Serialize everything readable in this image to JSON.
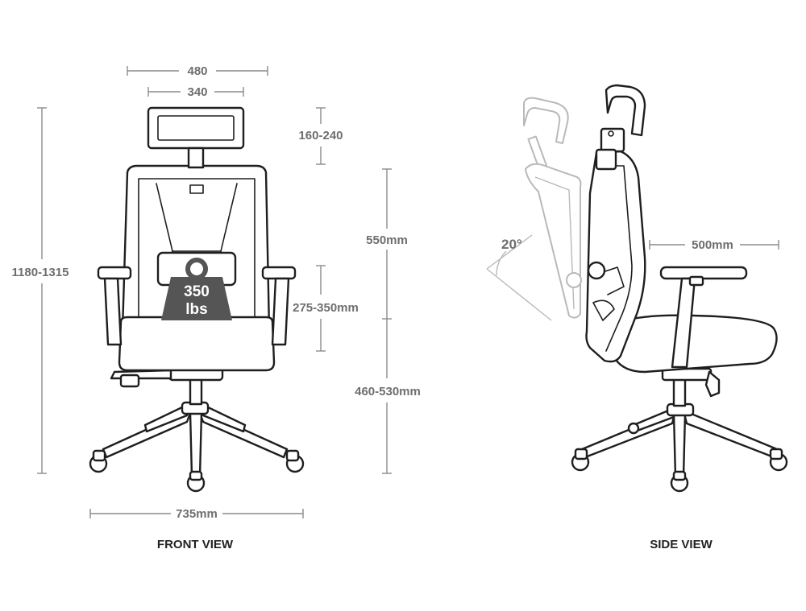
{
  "front_view": {
    "caption": "FRONT VIEW",
    "dims": {
      "overall_width": "480",
      "headrest_width": "340",
      "headrest_adjust": "160-240",
      "total_height": "1180-1315",
      "backrest_height": "550mm",
      "armrest_height": "275-350mm",
      "seat_height": "460-530mm",
      "base_width": "735mm"
    },
    "load_badge": {
      "value": "350",
      "unit": "lbs"
    }
  },
  "side_view": {
    "caption": "SIDE VIEW",
    "dims": {
      "recline_angle": "20°",
      "seat_depth": "500mm"
    }
  },
  "colors": {
    "outline": "#1e1e1e",
    "dimension_line": "#8c8c8c",
    "dimension_text": "#6e6e6e",
    "ghost_outline": "#b9b9b9",
    "badge_fill": "#555555"
  }
}
